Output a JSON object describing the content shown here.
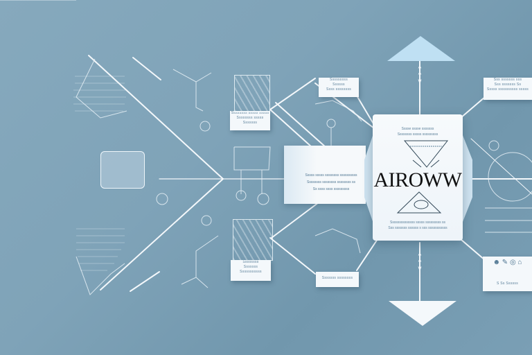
{
  "illustration": {
    "theme": "abstract workflow diagram",
    "background_color": "#7fa3b8",
    "accent_color": "#bfe0f3",
    "line_color": "#f4f8fb"
  },
  "main_card": {
    "title": "AIROWW",
    "caption_top_1": "Sssse sssse sssssss",
    "caption_top_2": "Ssssssss sssss sssssssss",
    "caption_bottom_1": "Ssssssssssssss sssss sssssssss ss",
    "caption_bottom_2": "Sss sssssss ssssss s sss sssssssssss"
  },
  "center_panel": {
    "line_1": "Sssss sssss ssssssss ssssssssss",
    "line_2": "Ssssssss ssssssss ssssssss ss",
    "line_3": "Ss ssss ssss sssssssss"
  },
  "cards": {
    "top_left": {
      "lines": [
        "Ssssssss sssss sssss",
        "Ssssssss sssss",
        "Sssssss"
      ]
    },
    "top_center": {
      "lines": [
        "Sssssssss",
        "Ssssss",
        "Ssss ssssssss"
      ]
    },
    "top_right": {
      "lines": [
        "Sss sssssss sss",
        "Sss sssssss  Ss",
        "Sssss ssssssssss sssss"
      ]
    },
    "bottom_left": {
      "lines": [
        "Ssssssss",
        "Sssssss",
        "Sssssssssss"
      ]
    },
    "bottom_center": {
      "lines": [
        "Sssssss ssssssss"
      ]
    },
    "bottom_right": {
      "lines": [
        "S Ss Ssssss"
      ]
    }
  },
  "arrows": {
    "top": "up-arrow",
    "bottom": "down-arrow"
  }
}
